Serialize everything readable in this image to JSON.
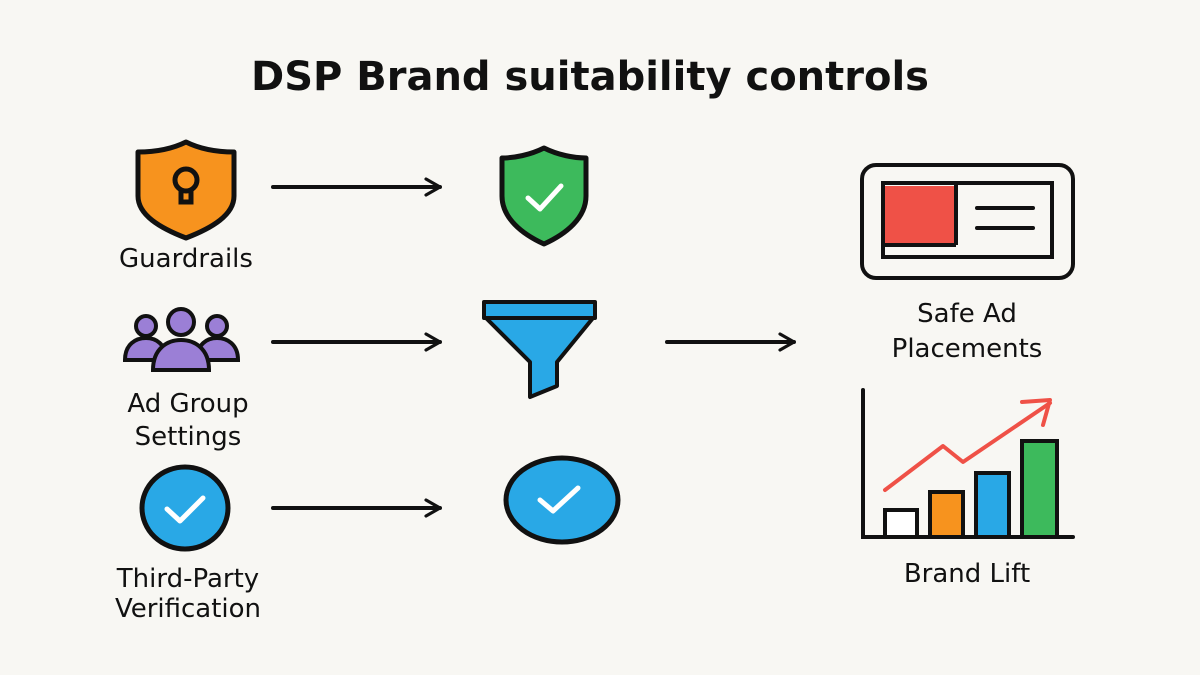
{
  "title": "DSP Brand suitability controls",
  "inputs": [
    {
      "label_lines": [
        "Guardrails"
      ],
      "icon": "shield-keyhole-icon"
    },
    {
      "label_lines": [
        "Ad Group",
        "Settings"
      ],
      "icon": "users-group-icon"
    },
    {
      "label_lines": [
        "Third-Party",
        "Verification"
      ],
      "icon": "check-circle-icon"
    }
  ],
  "middle": [
    {
      "icon": "shield-check-icon"
    },
    {
      "icon": "funnel-icon"
    },
    {
      "icon": "check-circle-icon"
    }
  ],
  "outputs": [
    {
      "label_lines": [
        "Safe Ad",
        "Placements"
      ],
      "icon": "ad-card-icon"
    },
    {
      "label_lines": [
        "Brand Lift"
      ],
      "icon": "bar-chart-growth-icon"
    }
  ],
  "colors": {
    "orange": "#f7931e",
    "green": "#3dba5c",
    "blue": "#29a8e6",
    "purple": "#9b7fd6",
    "red": "#ef5147",
    "ink": "#111111",
    "background": "#f8f7f3"
  }
}
